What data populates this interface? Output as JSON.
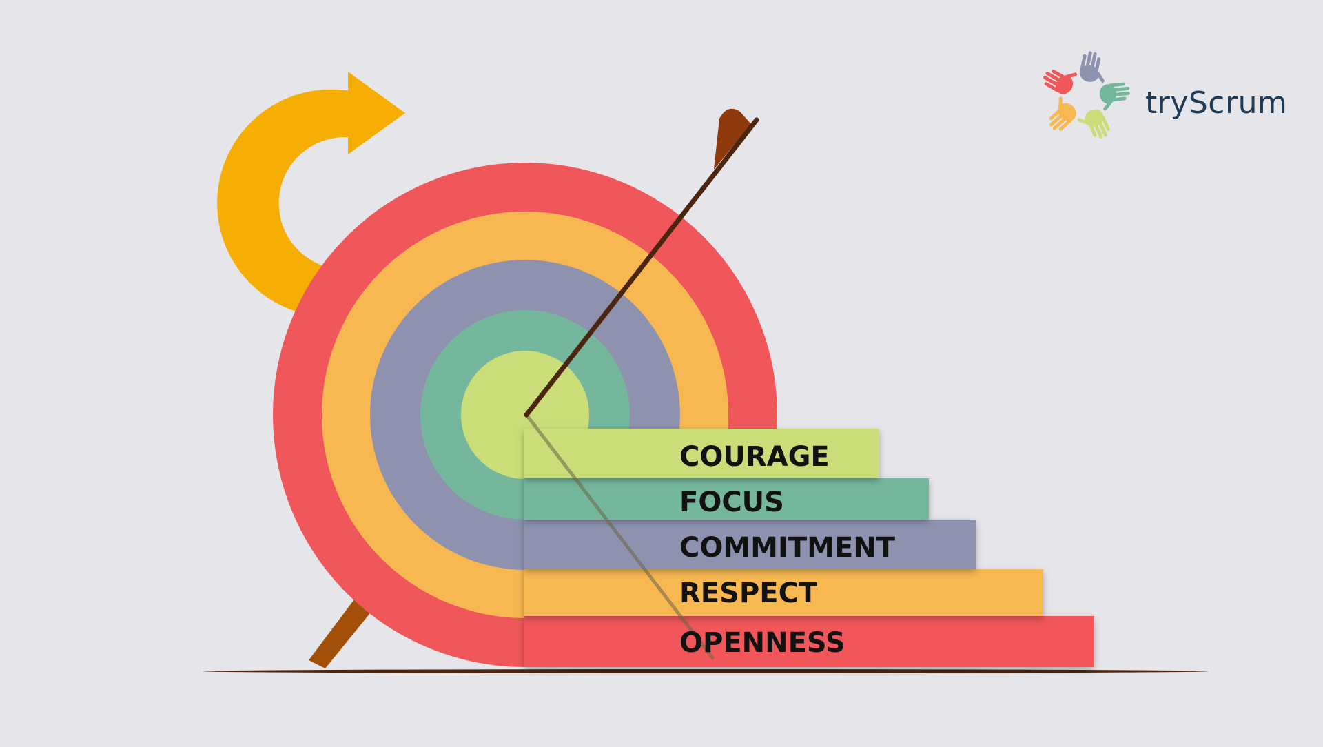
{
  "brand": {
    "name": "tryScrum",
    "logo_icon": "five-colored-hands-icon",
    "logo_colors": [
      "#F0575A",
      "#8E92AE",
      "#74B79D",
      "#CADD78",
      "#F8B851"
    ]
  },
  "values": [
    {
      "label": "COURAGE",
      "color": "#CADD78"
    },
    {
      "label": "FOCUS",
      "color": "#74B79D"
    },
    {
      "label": "COMMITMENT",
      "color": "#8E92AE"
    },
    {
      "label": "RESPECT",
      "color": "#F8B851"
    },
    {
      "label": "OPENNESS",
      "color": "#F0575A"
    }
  ],
  "decorations": {
    "curved_arrow_icon": "curved-arrow-icon",
    "arrow_color": "#F6AE05",
    "dart_icon": "arrow-in-target-icon",
    "dart_color": "#4A2510",
    "stand_color": "#A14F09"
  }
}
